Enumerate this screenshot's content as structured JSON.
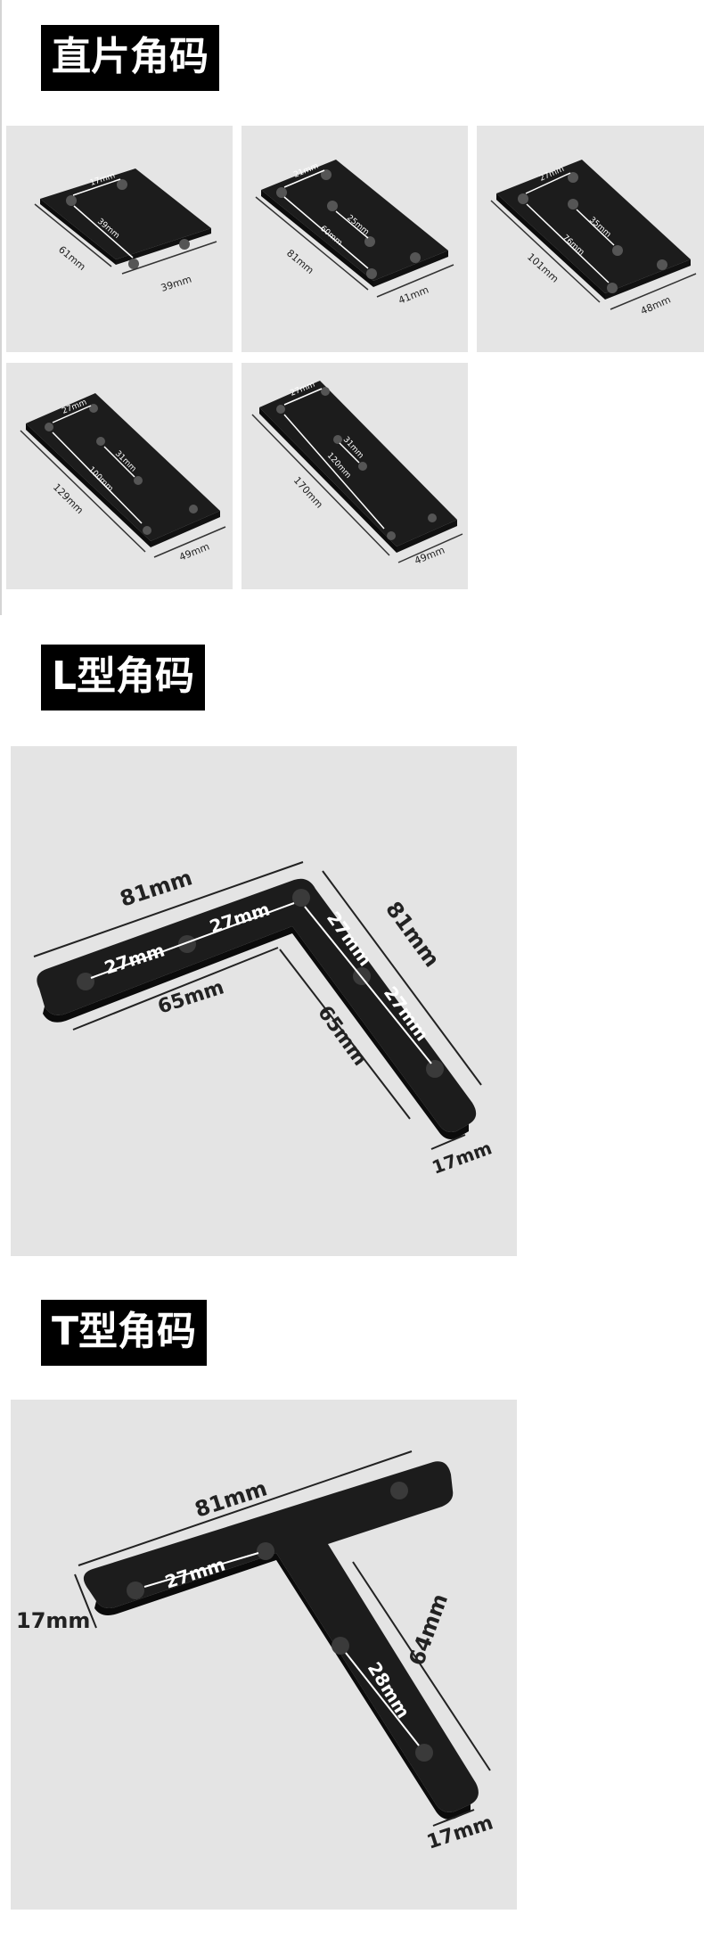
{
  "sections": {
    "straight": {
      "title": "直片角码",
      "plates": [
        {
          "hole_spacing": "17mm",
          "hole_spacing_2": "",
          "long_dim": "39mm",
          "length": "61mm",
          "width": "39mm"
        },
        {
          "hole_spacing": "21mm",
          "hole_spacing_2": "25mm",
          "long_dim": "60mm",
          "length": "81mm",
          "width": "41mm"
        },
        {
          "hole_spacing": "27mm",
          "hole_spacing_2": "35mm",
          "long_dim": "76mm",
          "length": "101mm",
          "width": "48mm"
        },
        {
          "hole_spacing": "27mm",
          "hole_spacing_2": "31mm",
          "long_dim": "100mm",
          "length": "129mm",
          "width": "49mm"
        },
        {
          "hole_spacing": "27mm",
          "hole_spacing_2": "31mm",
          "long_dim": "120mm",
          "length": "170mm",
          "width": "49mm"
        }
      ]
    },
    "l_shape": {
      "title": "L型角码",
      "dims": {
        "top_length": "81mm",
        "right_length": "81mm",
        "hole_a": "27mm",
        "hole_b": "27mm",
        "hole_c": "27mm",
        "hole_d": "27mm",
        "inner_h": "65mm",
        "inner_v": "65mm",
        "width": "17mm"
      }
    },
    "t_shape": {
      "title": "T型角码",
      "dims": {
        "top_length": "81mm",
        "hole_top": "27mm",
        "left_width": "17mm",
        "stem_length": "64mm",
        "hole_stem": "28mm",
        "bottom_width": "17mm"
      }
    }
  },
  "colors": {
    "plate": "#1e1e1e",
    "plate_edge": "#0d0d0d",
    "background": "#e5e5e5",
    "dim_line": "#222222",
    "dim_text": "#ffffff",
    "title_bg": "#000000"
  }
}
